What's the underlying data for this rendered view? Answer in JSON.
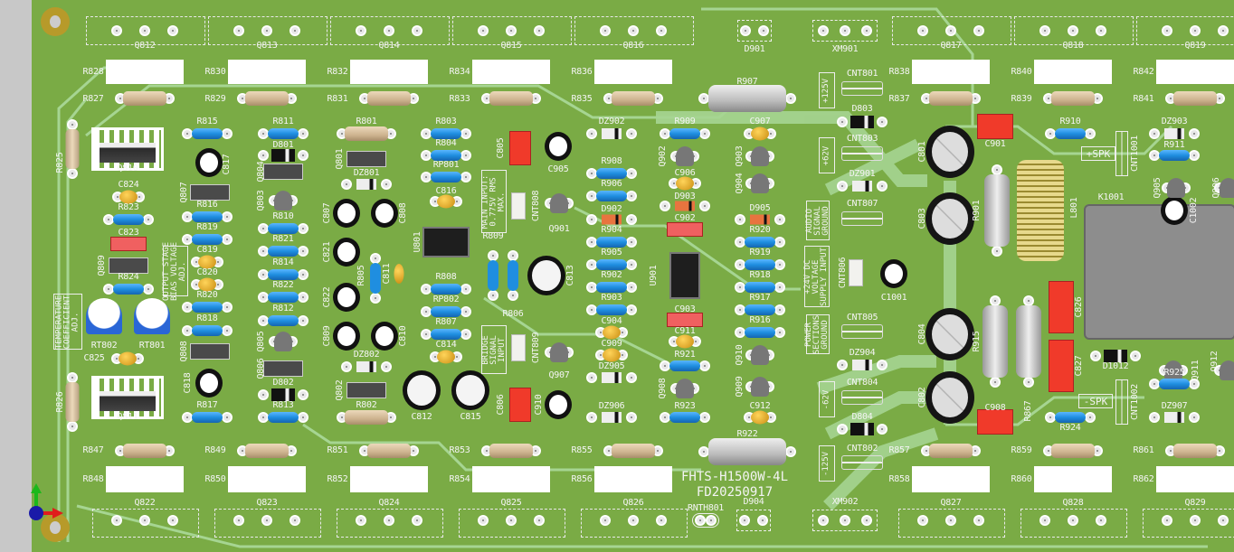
{
  "board": {
    "model": "FHTS-H1500W-4L",
    "date_code": "FD20250917",
    "colors": {
      "mask": "#7aab45",
      "trace": "#a6d592",
      "silk": "#f4f4f4",
      "blue_resistor": "#1f8ee0",
      "beige_resistor": "#dcc6a3",
      "ceramic_cap": "#e0a820",
      "red_cap": "#f03a2a"
    }
  },
  "top_row": {
    "transistors": [
      "Q812",
      "Q813",
      "Q814",
      "Q815",
      "Q816",
      "Q817",
      "Q818",
      "Q819"
    ],
    "emitter_resistors": [
      "R828",
      "R830",
      "R832",
      "R834",
      "R836",
      "R838",
      "R840",
      "R842"
    ],
    "base_resistors": [
      "R827",
      "R829",
      "R831",
      "R833",
      "R835",
      "R837",
      "R839",
      "R841"
    ]
  },
  "bottom_row": {
    "transistors": [
      "Q822",
      "Q823",
      "Q824",
      "Q825",
      "Q826",
      "Q827",
      "Q828",
      "Q829"
    ],
    "emitter_resistors": [
      "R848",
      "R850",
      "R852",
      "R854",
      "R856",
      "R858",
      "R860",
      "R862"
    ],
    "base_resistors": [
      "R847",
      "R849",
      "R851",
      "R853",
      "R855",
      "R857",
      "R859",
      "R861"
    ]
  },
  "notes": {
    "bias": "OUTPUT STAGE\nBIAS VOLTAGE\nADJ.",
    "temp": "TEMPERATURE\nCOEFFICIENT\nADJ.",
    "main_input": "MAIN INPUT:\n0.775V RMS\nMAX.",
    "bridge": "BRIDGE\nSIGNAL\nINPUT",
    "p125": "+125V",
    "p62": "+62V",
    "audio_gnd": "AUDIO\nSIGNAL\nGROUND",
    "supply24": "+24V DC\nVOLTAGE\nSUPPLY INPUT",
    "power_gnd": "POWER\nSECTIONS\nGROUND",
    "m62": "-62V",
    "m125": "-125V",
    "pspk": "+SPK",
    "mspk": "-SPK"
  },
  "components": [
    {
      "ref": "R825",
      "type": "resistor"
    },
    {
      "ref": "Q810",
      "type": "transistor"
    },
    {
      "ref": "R815",
      "type": "resistor"
    },
    {
      "ref": "C817",
      "type": "capacitor"
    },
    {
      "ref": "R811",
      "type": "resistor"
    },
    {
      "ref": "D801",
      "type": "diode"
    },
    {
      "ref": "Q804",
      "type": "transistor"
    },
    {
      "ref": "Q807",
      "type": "transistor"
    },
    {
      "ref": "Q803",
      "type": "transistor"
    },
    {
      "ref": "C824",
      "type": "capacitor"
    },
    {
      "ref": "R823",
      "type": "resistor"
    },
    {
      "ref": "C823",
      "type": "capacitor"
    },
    {
      "ref": "Q809",
      "type": "transistor"
    },
    {
      "ref": "R824",
      "type": "resistor"
    },
    {
      "ref": "R816",
      "type": "resistor"
    },
    {
      "ref": "R819",
      "type": "resistor"
    },
    {
      "ref": "C819",
      "type": "capacitor"
    },
    {
      "ref": "C820",
      "type": "capacitor"
    },
    {
      "ref": "R820",
      "type": "resistor"
    },
    {
      "ref": "R818",
      "type": "resistor"
    },
    {
      "ref": "RT802",
      "type": "trimmer"
    },
    {
      "ref": "RT801",
      "type": "trimmer"
    },
    {
      "ref": "C825",
      "type": "capacitor"
    },
    {
      "ref": "R826",
      "type": "resistor"
    },
    {
      "ref": "Q811",
      "type": "transistor"
    },
    {
      "ref": "Q808",
      "type": "transistor"
    },
    {
      "ref": "C818",
      "type": "capacitor"
    },
    {
      "ref": "R817",
      "type": "resistor"
    },
    {
      "ref": "R810",
      "type": "resistor"
    },
    {
      "ref": "R821",
      "type": "resistor"
    },
    {
      "ref": "R814",
      "type": "resistor"
    },
    {
      "ref": "R822",
      "type": "resistor"
    },
    {
      "ref": "R812",
      "type": "resistor"
    },
    {
      "ref": "Q805",
      "type": "transistor"
    },
    {
      "ref": "Q806",
      "type": "transistor"
    },
    {
      "ref": "D802",
      "type": "diode"
    },
    {
      "ref": "R813",
      "type": "resistor"
    },
    {
      "ref": "R801",
      "type": "resistor"
    },
    {
      "ref": "Q801",
      "type": "transistor"
    },
    {
      "ref": "DZ801",
      "type": "zener"
    },
    {
      "ref": "C807",
      "type": "capacitor"
    },
    {
      "ref": "C808",
      "type": "capacitor"
    },
    {
      "ref": "C821",
      "type": "capacitor"
    },
    {
      "ref": "R805",
      "type": "resistor"
    },
    {
      "ref": "C811",
      "type": "capacitor"
    },
    {
      "ref": "C822",
      "type": "capacitor"
    },
    {
      "ref": "C809",
      "type": "capacitor"
    },
    {
      "ref": "C810",
      "type": "capacitor"
    },
    {
      "ref": "DZ802",
      "type": "zener"
    },
    {
      "ref": "Q802",
      "type": "transistor"
    },
    {
      "ref": "R802",
      "type": "resistor"
    },
    {
      "ref": "C812",
      "type": "capacitor"
    },
    {
      "ref": "C815",
      "type": "capacitor"
    },
    {
      "ref": "R803",
      "type": "resistor"
    },
    {
      "ref": "R804",
      "type": "resistor"
    },
    {
      "ref": "RP801",
      "type": "resistor"
    },
    {
      "ref": "C816",
      "type": "capacitor"
    },
    {
      "ref": "U801",
      "type": "ic"
    },
    {
      "ref": "R809",
      "type": "resistor"
    },
    {
      "ref": "R808",
      "type": "resistor"
    },
    {
      "ref": "RP802",
      "type": "resistor"
    },
    {
      "ref": "R807",
      "type": "resistor"
    },
    {
      "ref": "C814",
      "type": "capacitor"
    },
    {
      "ref": "R806",
      "type": "resistor"
    },
    {
      "ref": "C813",
      "type": "capacitor"
    },
    {
      "ref": "C805",
      "type": "capacitor"
    },
    {
      "ref": "C905",
      "type": "capacitor"
    },
    {
      "ref": "CNT808",
      "type": "connector"
    },
    {
      "ref": "Q901",
      "type": "transistor"
    },
    {
      "ref": "CNT809",
      "type": "connector"
    },
    {
      "ref": "Q907",
      "type": "transistor"
    },
    {
      "ref": "C806",
      "type": "capacitor"
    },
    {
      "ref": "C910",
      "type": "capacitor"
    },
    {
      "ref": "DZ902",
      "type": "zener"
    },
    {
      "ref": "R908",
      "type": "resistor"
    },
    {
      "ref": "R906",
      "type": "resistor"
    },
    {
      "ref": "D902",
      "type": "diode"
    },
    {
      "ref": "R904",
      "type": "resistor"
    },
    {
      "ref": "R905",
      "type": "resistor"
    },
    {
      "ref": "R902",
      "type": "resistor"
    },
    {
      "ref": "R903",
      "type": "resistor"
    },
    {
      "ref": "C904",
      "type": "capacitor"
    },
    {
      "ref": "C909",
      "type": "capacitor"
    },
    {
      "ref": "DZ905",
      "type": "zener"
    },
    {
      "ref": "DZ906",
      "type": "zener"
    },
    {
      "ref": "R909",
      "type": "resistor"
    },
    {
      "ref": "Q902",
      "type": "transistor"
    },
    {
      "ref": "C906",
      "type": "capacitor"
    },
    {
      "ref": "D903",
      "type": "diode"
    },
    {
      "ref": "C902",
      "type": "capacitor"
    },
    {
      "ref": "U901",
      "type": "ic"
    },
    {
      "ref": "C903",
      "type": "capacitor"
    },
    {
      "ref": "C911",
      "type": "capacitor"
    },
    {
      "ref": "R921",
      "type": "resistor"
    },
    {
      "ref": "Q908",
      "type": "transistor"
    },
    {
      "ref": "R923",
      "type": "resistor"
    },
    {
      "ref": "R907",
      "type": "resistor"
    },
    {
      "ref": "C907",
      "type": "capacitor"
    },
    {
      "ref": "Q903",
      "type": "transistor"
    },
    {
      "ref": "Q904",
      "type": "transistor"
    },
    {
      "ref": "D905",
      "type": "diode"
    },
    {
      "ref": "R920",
      "type": "resistor"
    },
    {
      "ref": "R919",
      "type": "resistor"
    },
    {
      "ref": "R918",
      "type": "resistor"
    },
    {
      "ref": "R917",
      "type": "resistor"
    },
    {
      "ref": "R916",
      "type": "resistor"
    },
    {
      "ref": "Q910",
      "type": "transistor"
    },
    {
      "ref": "Q909",
      "type": "transistor"
    },
    {
      "ref": "C912",
      "type": "capacitor"
    },
    {
      "ref": "R922",
      "type": "resistor"
    },
    {
      "ref": "D901",
      "type": "diode"
    },
    {
      "ref": "XM901",
      "type": "connector"
    },
    {
      "ref": "CNT801",
      "type": "jumper"
    },
    {
      "ref": "D803",
      "type": "diode"
    },
    {
      "ref": "CNT803",
      "type": "jumper"
    },
    {
      "ref": "DZ901",
      "type": "zener"
    },
    {
      "ref": "CNT807",
      "type": "jumper"
    },
    {
      "ref": "CNT806",
      "type": "connector"
    },
    {
      "ref": "C1001",
      "type": "capacitor"
    },
    {
      "ref": "CNT805",
      "type": "jumper"
    },
    {
      "ref": "DZ904",
      "type": "zener"
    },
    {
      "ref": "CNT804",
      "type": "jumper"
    },
    {
      "ref": "D804",
      "type": "diode"
    },
    {
      "ref": "CNT802",
      "type": "jumper"
    },
    {
      "ref": "RNTH801",
      "type": "thermistor"
    },
    {
      "ref": "D904",
      "type": "diode"
    },
    {
      "ref": "XM902",
      "type": "connector"
    },
    {
      "ref": "C801",
      "type": "capacitor"
    },
    {
      "ref": "C803",
      "type": "capacitor"
    },
    {
      "ref": "C804",
      "type": "capacitor"
    },
    {
      "ref": "C802",
      "type": "capacitor"
    },
    {
      "ref": "C901",
      "type": "capacitor"
    },
    {
      "ref": "R901",
      "type": "resistor"
    },
    {
      "ref": "L801",
      "type": "inductor"
    },
    {
      "ref": "K1001",
      "type": "relay"
    },
    {
      "ref": "C1002",
      "type": "capacitor"
    },
    {
      "ref": "CNT1001",
      "type": "jumper"
    },
    {
      "ref": "R910",
      "type": "resistor"
    },
    {
      "ref": "DZ903",
      "type": "zener"
    },
    {
      "ref": "R911",
      "type": "resistor"
    },
    {
      "ref": "Q905",
      "type": "transistor"
    },
    {
      "ref": "Q906",
      "type": "transistor"
    },
    {
      "ref": "R915",
      "type": "resistor"
    },
    {
      "ref": "R867",
      "type": "resistor"
    },
    {
      "ref": "C826",
      "type": "capacitor"
    },
    {
      "ref": "C827",
      "type": "capacitor"
    },
    {
      "ref": "D1012",
      "type": "diode"
    },
    {
      "ref": "Q911",
      "type": "transistor"
    },
    {
      "ref": "Q912",
      "type": "transistor"
    },
    {
      "ref": "CNT1002",
      "type": "jumper"
    },
    {
      "ref": "R925",
      "type": "resistor"
    },
    {
      "ref": "DZ907",
      "type": "zener"
    },
    {
      "ref": "C908",
      "type": "capacitor"
    },
    {
      "ref": "R924",
      "type": "resistor"
    }
  ]
}
